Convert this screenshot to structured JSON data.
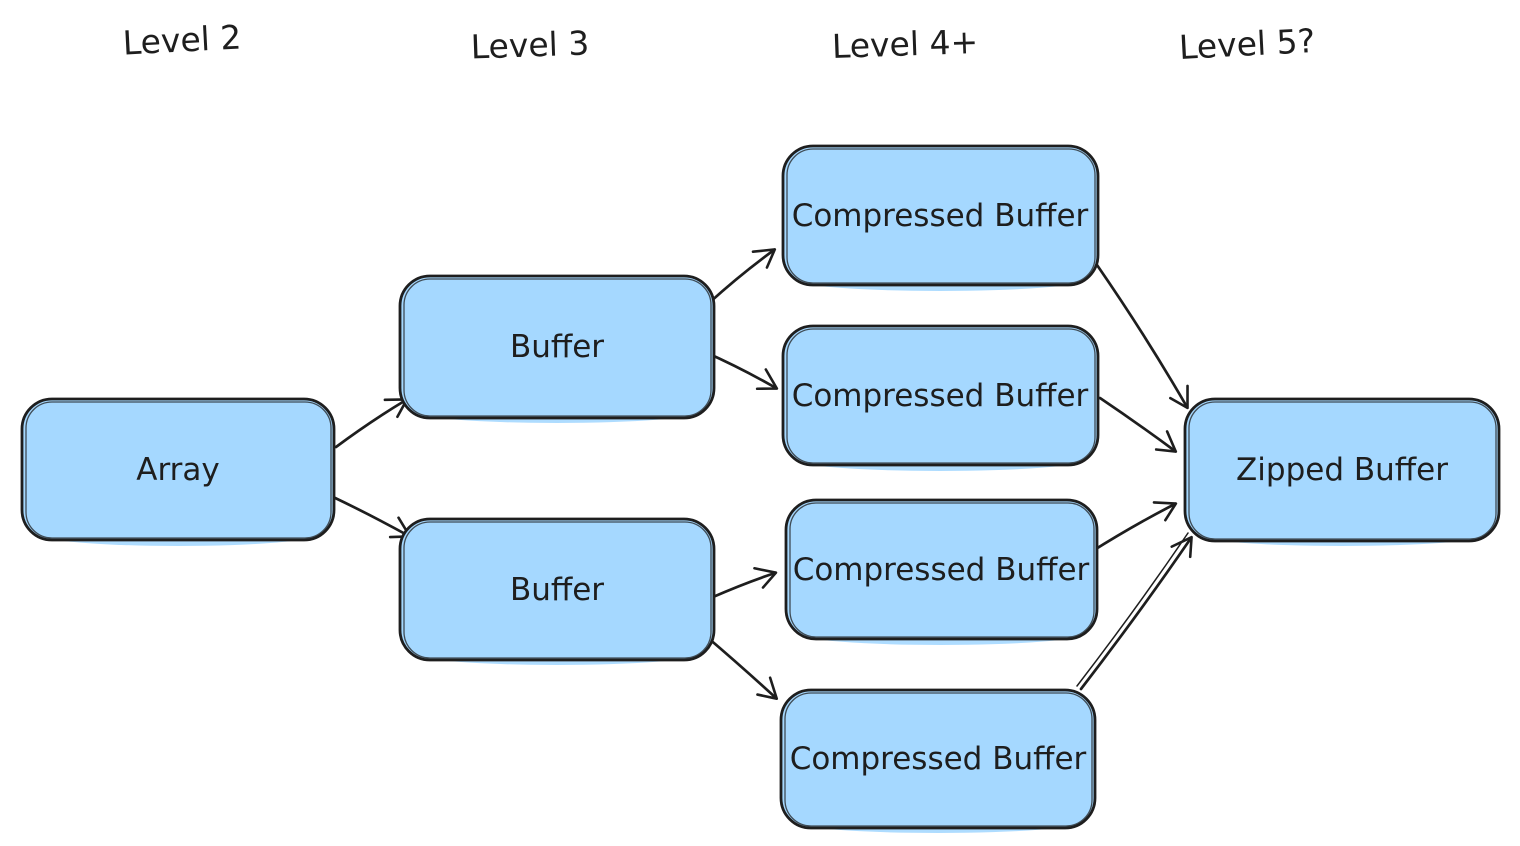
{
  "diagram": {
    "style": "hand-drawn whiteboard flowchart",
    "columns": [
      {
        "label": "Level 2"
      },
      {
        "label": "Level 3"
      },
      {
        "label": "Level 4+"
      },
      {
        "label": "Level 5?"
      }
    ],
    "nodes": [
      {
        "id": "array",
        "label": "Array",
        "column": "Level 2"
      },
      {
        "id": "buffer-top",
        "label": "Buffer",
        "column": "Level 3"
      },
      {
        "id": "buffer-bottom",
        "label": "Buffer",
        "column": "Level 3"
      },
      {
        "id": "compressed-buffer-1",
        "label": "Compressed Buffer",
        "column": "Level 4+"
      },
      {
        "id": "compressed-buffer-2",
        "label": "Compressed Buffer",
        "column": "Level 4+"
      },
      {
        "id": "compressed-buffer-3",
        "label": "Compressed Buffer",
        "column": "Level 4+"
      },
      {
        "id": "compressed-buffer-4",
        "label": "Compressed Buffer",
        "column": "Level 4+"
      },
      {
        "id": "zipped-buffer",
        "label": "Zipped Buffer",
        "column": "Level 5?"
      }
    ],
    "edges": [
      {
        "from": "array",
        "to": "buffer-top"
      },
      {
        "from": "array",
        "to": "buffer-bottom"
      },
      {
        "from": "buffer-top",
        "to": "compressed-buffer-1"
      },
      {
        "from": "buffer-top",
        "to": "compressed-buffer-2"
      },
      {
        "from": "buffer-bottom",
        "to": "compressed-buffer-3"
      },
      {
        "from": "buffer-bottom",
        "to": "compressed-buffer-4"
      },
      {
        "from": "compressed-buffer-1",
        "to": "zipped-buffer"
      },
      {
        "from": "compressed-buffer-2",
        "to": "zipped-buffer"
      },
      {
        "from": "compressed-buffer-3",
        "to": "zipped-buffer"
      },
      {
        "from": "compressed-buffer-4",
        "to": "zipped-buffer"
      }
    ],
    "colors": {
      "node_fill": "#a5d8ff",
      "node_stroke": "#1e1e1e",
      "arrow": "#1e1e1e",
      "text": "#1e1e1e",
      "background": "#ffffff"
    }
  }
}
